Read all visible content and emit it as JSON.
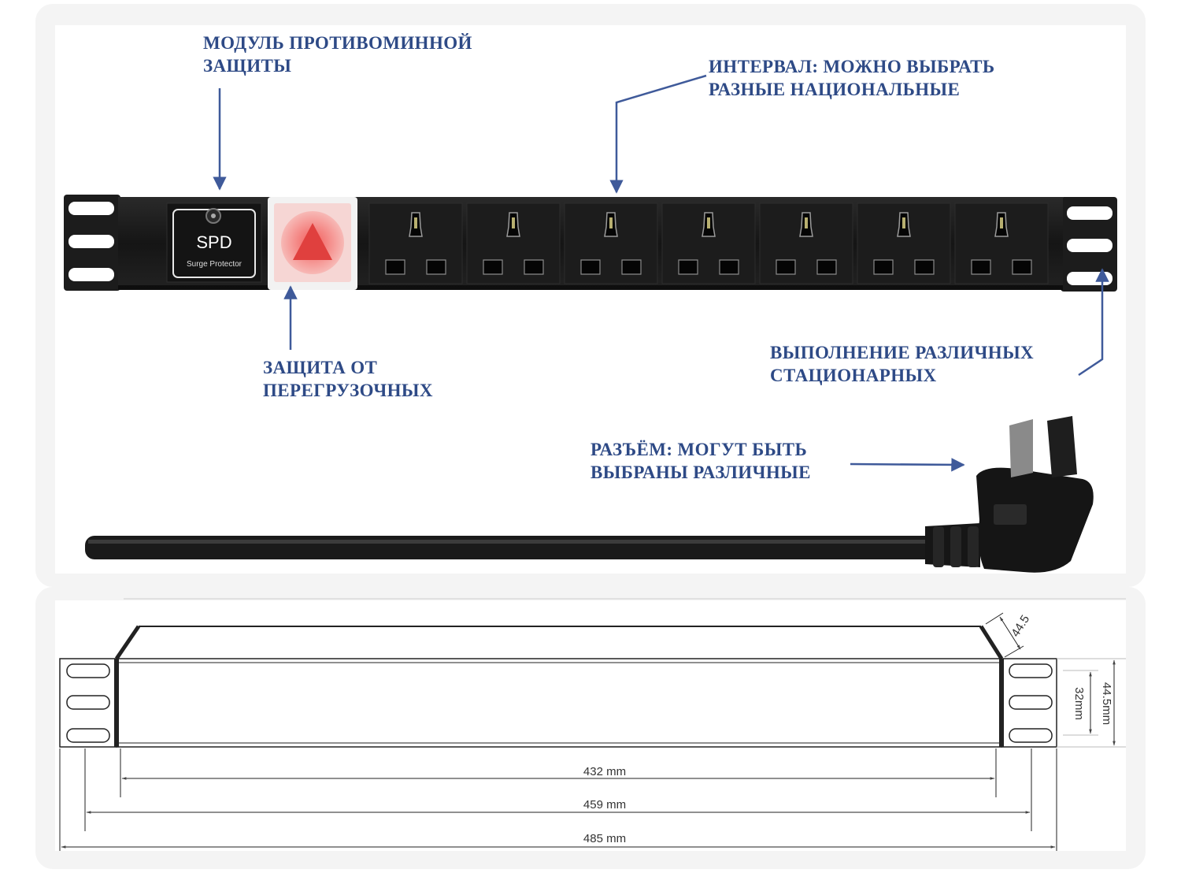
{
  "callouts": {
    "surge_module": [
      "МОДУЛЬ ПРОТИВОМИННОЙ",
      "ЗАЩИТЫ"
    ],
    "interval": [
      "ИНТЕРВАЛ: МОЖНО ВЫБРАТЬ",
      "РАЗНЫЕ НАЦИОНАЛЬНЫЕ"
    ],
    "overload": [
      "ЗАЩИТА ОТ",
      "ПЕРЕГРУЗОЧНЫХ"
    ],
    "mounting": [
      "ВЫПОЛНЕНИЕ РАЗЛИЧНЫХ",
      "СТАЦИОНАРНЫХ"
    ],
    "connector": [
      "РАЗЪЁМ: МОГУТ БЫТЬ",
      "ВЫБРАНЫ РАЗЛИЧНЫЕ"
    ]
  },
  "device": {
    "spd_title": "SPD",
    "spd_subtitle": "Surge Protector",
    "outlet_count": 7
  },
  "dimensions": {
    "width_inner": "432 mm",
    "width_mid": "459 mm",
    "width_total": "485 mm",
    "height_inner": "32mm",
    "height_total": "44.5mm",
    "depth": "44.5"
  },
  "colors": {
    "label_blue": "#2e4a86",
    "arrow_blue": "#3f5a9a",
    "device_black": "#1b1b1b"
  }
}
